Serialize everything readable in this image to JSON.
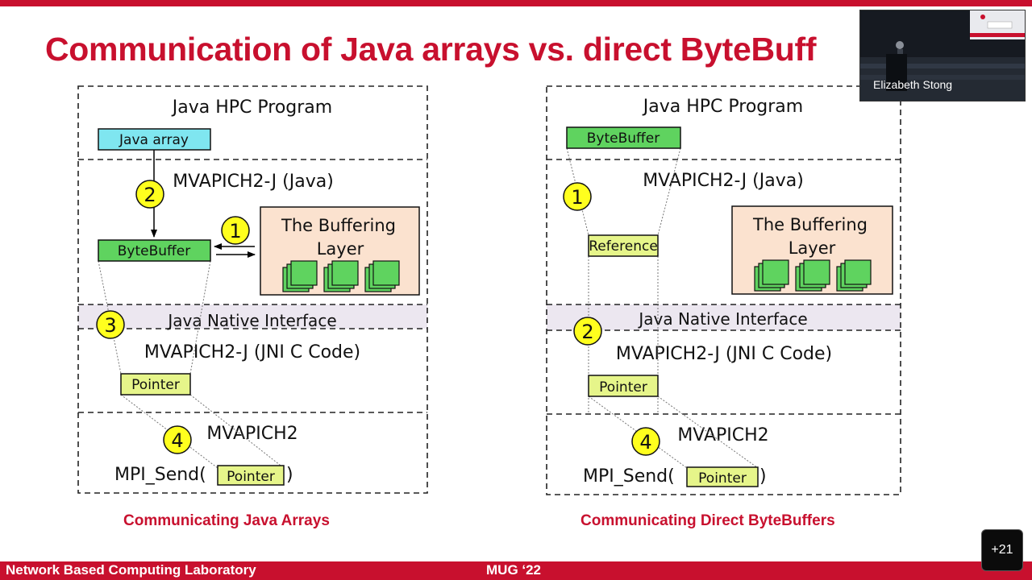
{
  "slide": {
    "title": "Communication of Java arrays vs. direct ByteBuff",
    "footer_left": "Network Based Computing Laboratory",
    "footer_center": "MUG ‘22"
  },
  "diagram_left": {
    "caption": "Communicating Java Arrays",
    "program_label": "Java HPC Program",
    "java_layer_label": "MVAPICH2-J (Java)",
    "jni_label": "Java Native Interface",
    "jni_c_label": "MVAPICH2-J (JNI C Code)",
    "mvapich_label": "MVAPICH2",
    "mpi_send_prefix": "MPI_Send(",
    "mpi_send_suffix": ")",
    "java_array_box": "Java array",
    "bytebuffer_box": "ByteBuffer",
    "pointer_box": "Pointer",
    "mpi_pointer_box": "Pointer",
    "buffering_line1": "The Buffering",
    "buffering_line2": "Layer",
    "step_buffer": "1",
    "step_copy": "2",
    "step_jni": "3",
    "step_send": "4"
  },
  "diagram_right": {
    "caption": "Communicating Direct ByteBuffers",
    "program_label": "Java HPC Program",
    "java_layer_label": "MVAPICH2-J (Java)",
    "jni_label": "Java Native Interface",
    "jni_c_label": "MVAPICH2-J (JNI C Code)",
    "mvapich_label": "MVAPICH2",
    "mpi_send_prefix": "MPI_Send(",
    "mpi_send_suffix": ")",
    "bytebuffer_box": "ByteBuffer",
    "reference_box": "Reference",
    "pointer_box": "Pointer",
    "mpi_pointer_box": "Pointer",
    "buffering_line1": "The Buffering",
    "buffering_line2": "Layer",
    "step_ref": "1",
    "step_jni": "2",
    "step_send": "4"
  },
  "video": {
    "participant_name": "Elizabeth Stong"
  },
  "participants_more": {
    "label": "+21"
  },
  "colors": {
    "accent_red": "#c8102e",
    "java_array_fill": "#7fe6f0",
    "bytebuffer_fill": "#5fd35f",
    "pointer_fill": "#e6f58a",
    "step_fill": "#ffff1e",
    "buffer_layer_fill": "#fbe2cf",
    "jni_band_fill": "#ece7f0"
  }
}
